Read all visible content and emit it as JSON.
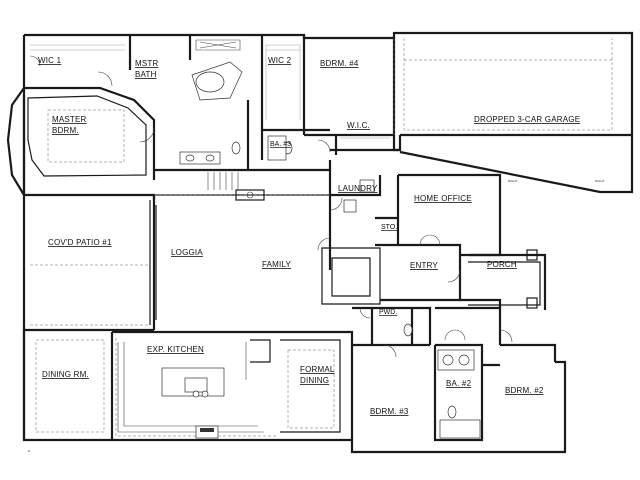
{
  "rooms": {
    "wic1": "WIC 1",
    "mstr_bath_1": "MSTR",
    "mstr_bath_2": "BATH",
    "wic2": "WIC 2",
    "bdrm4": "BDRM. #4",
    "garage": "DROPPED 3-CAR GARAGE",
    "master_1": "MASTER",
    "master_2": "BDRM.",
    "wic": "W.I.C.",
    "ba3": "BA. #3",
    "laundry": "LAUNDRY",
    "home_office": "HOME OFFICE",
    "sto": "STO.",
    "covd_patio": "COV'D PATIO #1",
    "loggia": "LOGGIA",
    "family": "FAMILY",
    "entry": "ENTRY",
    "porch": "PORCH",
    "pwd": "PWD.",
    "exp_kitchen": "EXP. KITCHEN",
    "dining_rm": "DINING RM.",
    "formal_1": "FORMAL",
    "formal_2": "DINING",
    "ba2": "BA. #2",
    "bdrm3": "BDRM. #3",
    "bdrm2": "BDRM. #2"
  },
  "colors": {
    "wall": "#1a1a1a",
    "background": "#ffffff"
  }
}
